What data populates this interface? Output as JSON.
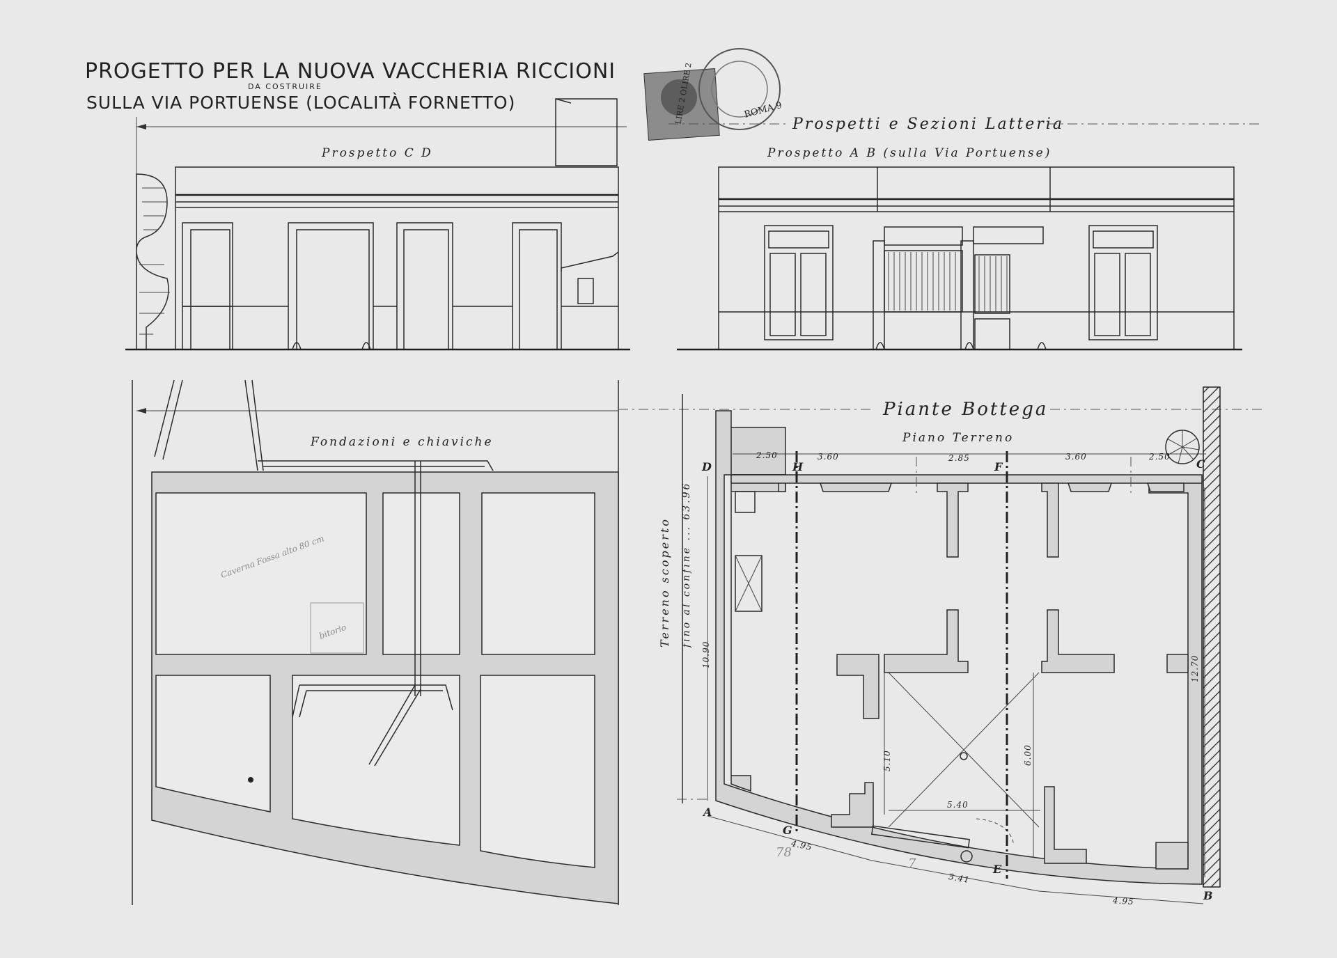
{
  "title": {
    "line1": "PROGETTO PER LA NUOVA VACCHERIA RICCIONI",
    "small": "DA COSTRUIRE",
    "line2": "SULLA VIA PORTUENSE (LOCALITÀ FORNETTO)"
  },
  "stamp": {
    "stamp_text": "LIRE 2 OLIRE 2",
    "postmark_text": "ROMA 9"
  },
  "sections": {
    "latteria_header": "Prospetti e Sezioni Latteria",
    "prospetto_cd": "Prospetto C D",
    "prospetto_ab": "Prospetto A B (sulla Via Portuense)",
    "fondazioni": "Fondazioni e chiaviche",
    "piante_bottega": "Piante Bottega",
    "piano_terreno": "Piano Terreno"
  },
  "dimensions": {
    "top": [
      "2.50",
      "3.60",
      "2.85",
      "3.60",
      "2.50"
    ],
    "bottom": [
      "4.95",
      "5.41",
      "4.95"
    ],
    "height_left": "10.90",
    "height_right": "12.70",
    "inner_v1": "5.10",
    "inner_v2": "6.00",
    "inner_h": "5.40"
  },
  "terreno_note": {
    "line1": "Terreno scoperto",
    "line2": "fino al confine ... 63.96"
  },
  "points": {
    "A": "A",
    "B": "B",
    "C": "C",
    "D": "D",
    "E": "E",
    "F": "F",
    "G": "G",
    "H": "H"
  },
  "pencil_marks": {
    "note1": "Caverna Fossa alto 80 cm",
    "note2": "bitorio",
    "mark1": "78",
    "mark2": "7"
  }
}
